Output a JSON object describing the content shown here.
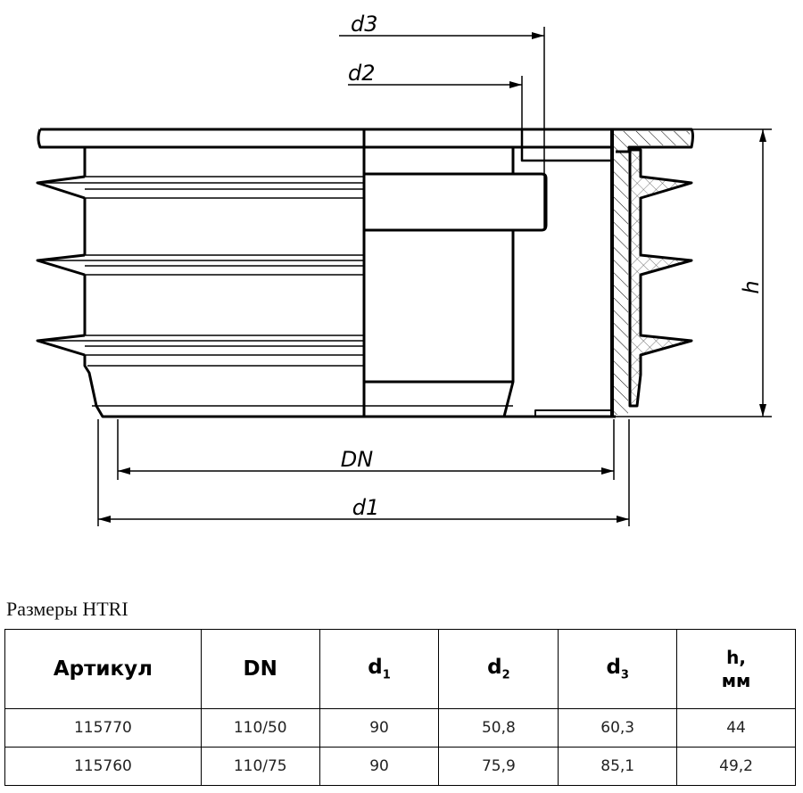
{
  "drawing": {
    "labels": {
      "d3": "d3",
      "d2": "d2",
      "h": "h",
      "DN": "DN",
      "d1": "d1"
    }
  },
  "caption": "Размеры HTRI",
  "table": {
    "headers": [
      {
        "main": "Артикул",
        "sub": ""
      },
      {
        "main": "DN",
        "sub": ""
      },
      {
        "main": "d",
        "sub": "1"
      },
      {
        "main": "d",
        "sub": "2"
      },
      {
        "main": "d",
        "sub": "3"
      },
      {
        "main": "h,",
        "sub": "мм"
      }
    ],
    "rows": [
      [
        "115770",
        "110/50",
        "90",
        "50,8",
        "60,3",
        "44"
      ],
      [
        "115760",
        "110/75",
        "90",
        "75,9",
        "85,1",
        "49,2"
      ]
    ]
  }
}
